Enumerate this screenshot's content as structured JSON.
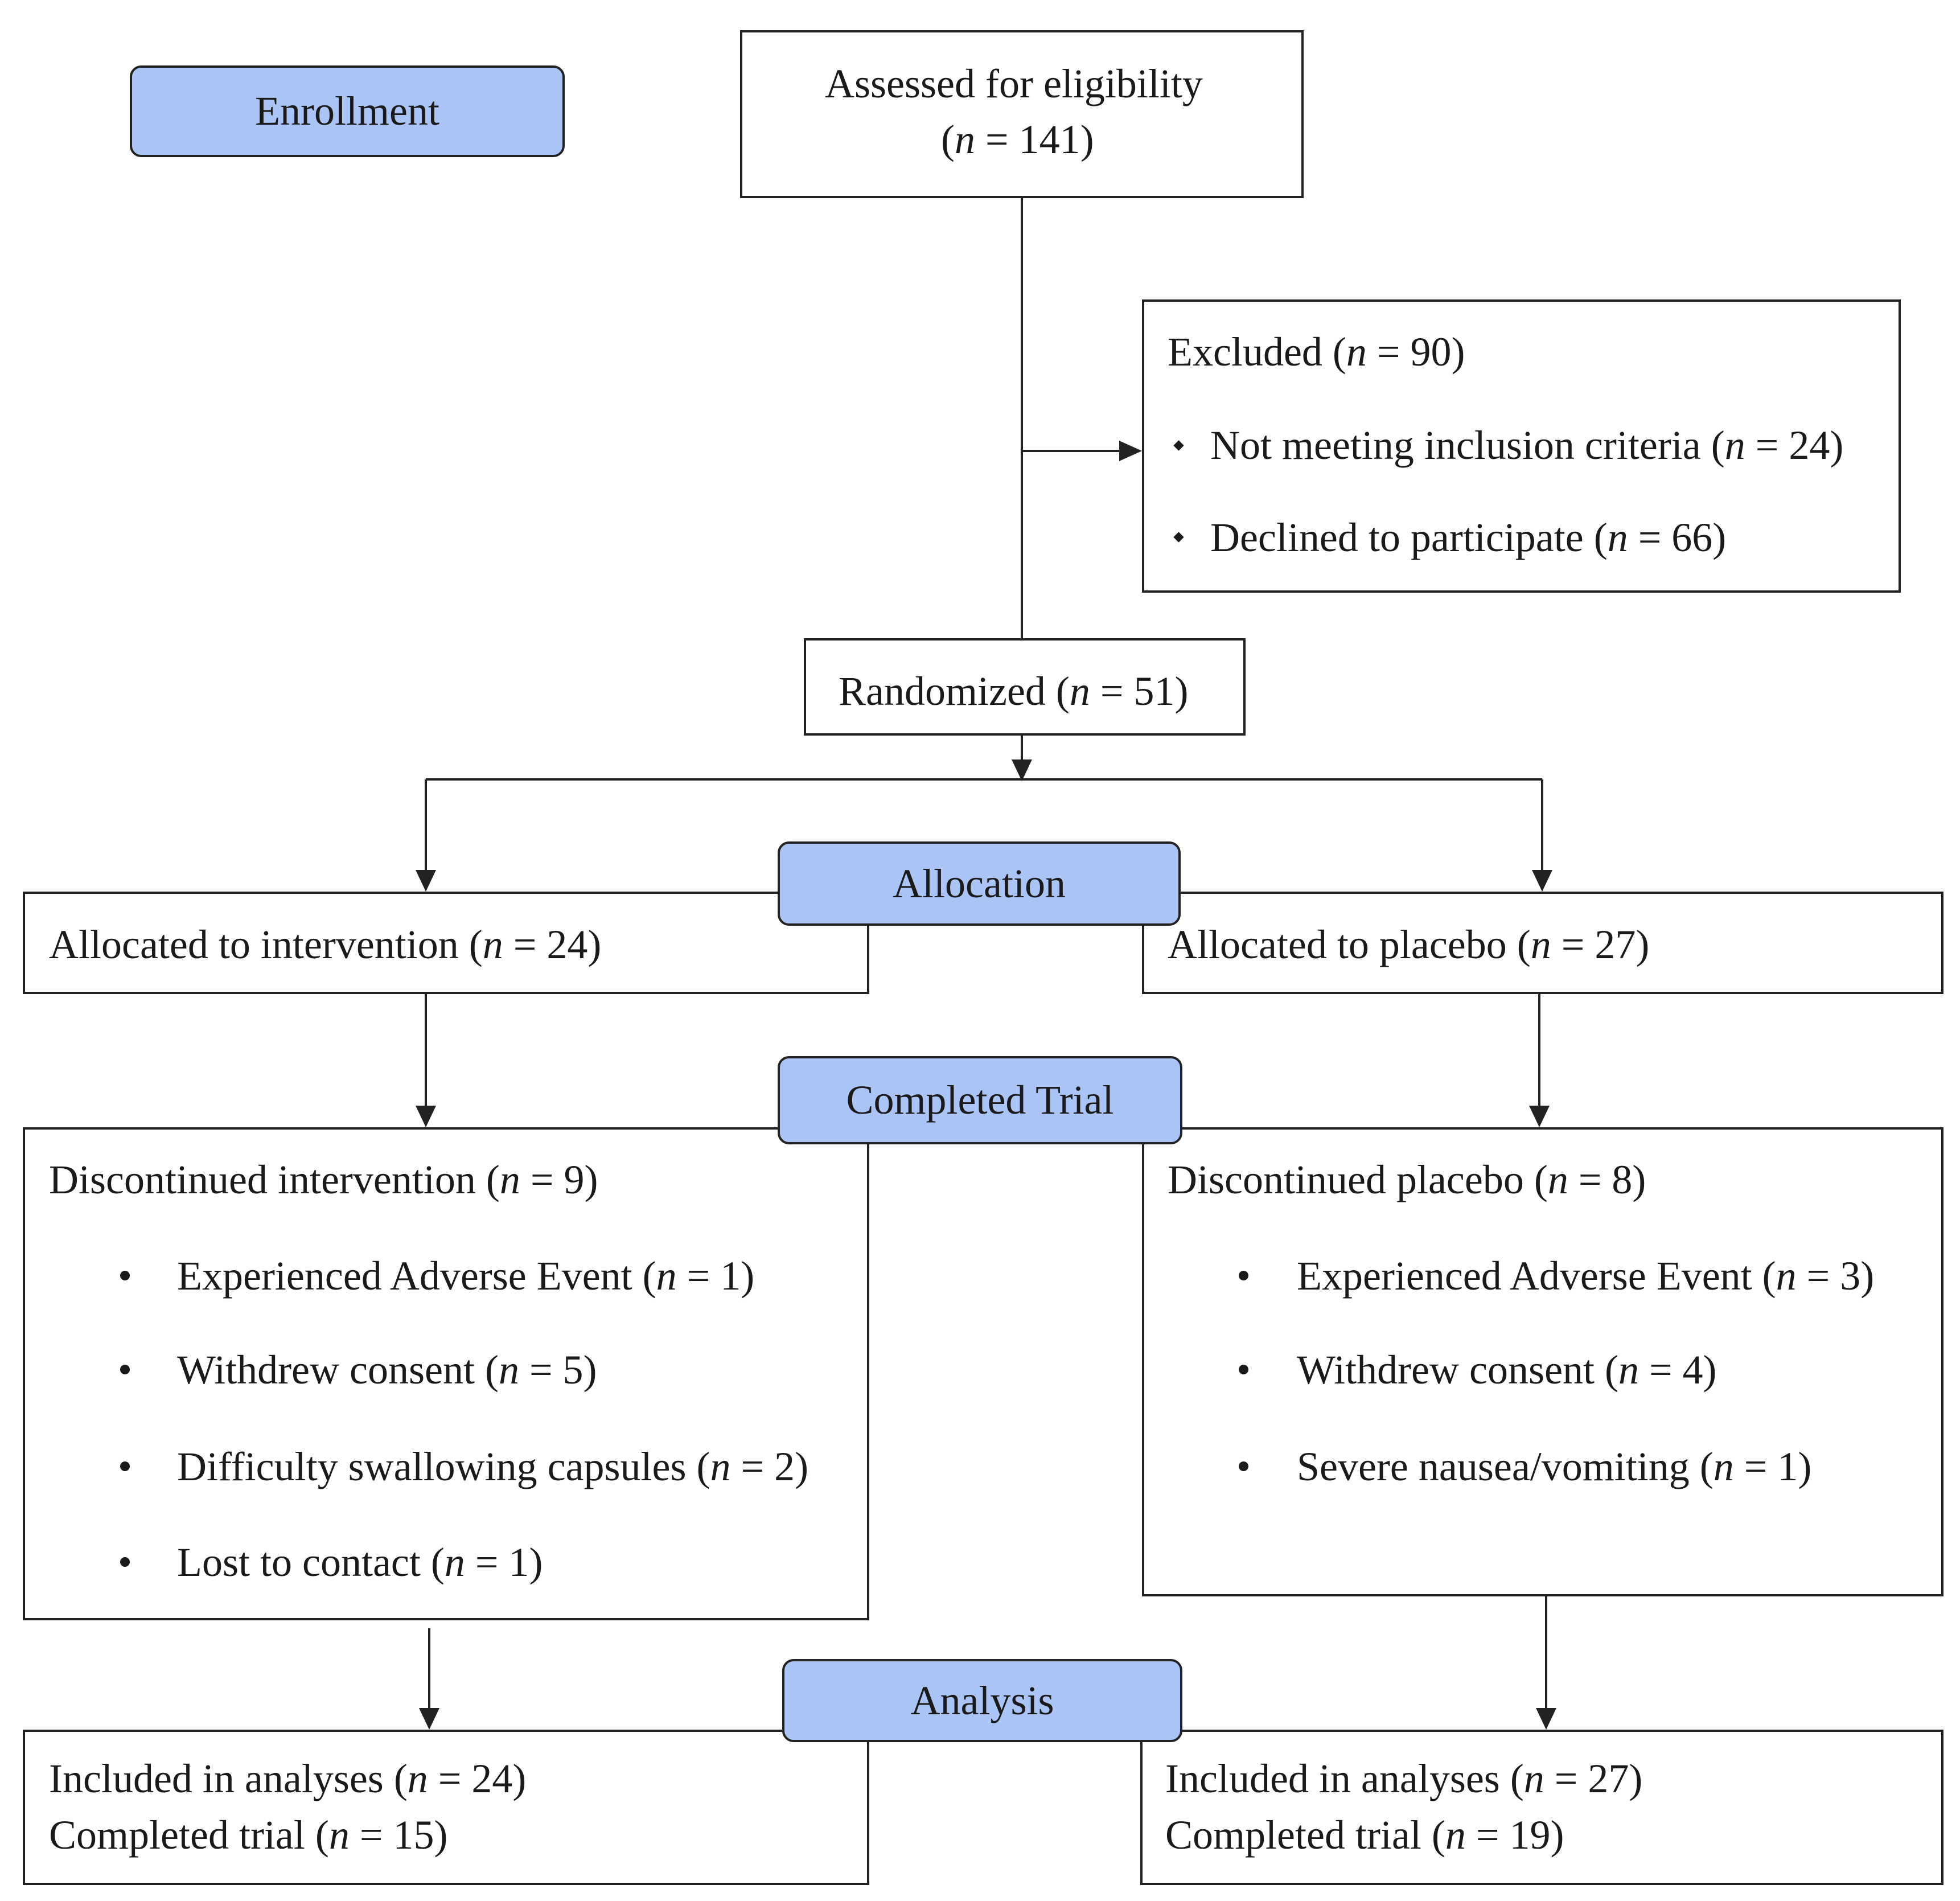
{
  "stages": {
    "enrollment": "Enrollment",
    "allocation": "Allocation",
    "completed_trial": "Completed Trial",
    "analysis": "Analysis"
  },
  "assessed": {
    "label": "Assessed for eligibility",
    "n_prefix": "(",
    "n": "141"
  },
  "excluded": {
    "label": "Excluded",
    "n": "90",
    "items": [
      {
        "label": "Not meeting inclusion criteria",
        "n": "24"
      },
      {
        "label": "Declined to participate",
        "n": "66"
      }
    ]
  },
  "randomized": {
    "label": "Randomized",
    "n": "51"
  },
  "allocated_intervention": {
    "label": "Allocated to intervention",
    "n": "24"
  },
  "allocated_placebo": {
    "label": "Allocated to placebo",
    "n": "27"
  },
  "discontinued_intervention": {
    "label": "Discontinued intervention",
    "n": "9",
    "items": [
      {
        "label": "Experienced Adverse Event",
        "n": "1"
      },
      {
        "label": "Withdrew consent",
        "n": "5"
      },
      {
        "label": "Difficulty swallowing capsules",
        "n": "2"
      },
      {
        "label": "Lost to contact",
        "n": "1"
      }
    ]
  },
  "discontinued_placebo": {
    "label": "Discontinued placebo",
    "n": "8",
    "items": [
      {
        "label": "Experienced Adverse Event",
        "n": "3"
      },
      {
        "label": "Withdrew consent",
        "n": "4"
      },
      {
        "label": "Severe nausea/vomiting",
        "n": "1"
      }
    ]
  },
  "analysis_intervention": {
    "included_label": "Included in analyses",
    "included_n": "24",
    "completed_label": "Completed trial",
    "completed_n": "15"
  },
  "analysis_placebo": {
    "included_label": "Included in analyses",
    "included_n": "27",
    "completed_label": "Completed trial",
    "completed_n": "19"
  },
  "n_symbol": "n",
  "equals": "="
}
